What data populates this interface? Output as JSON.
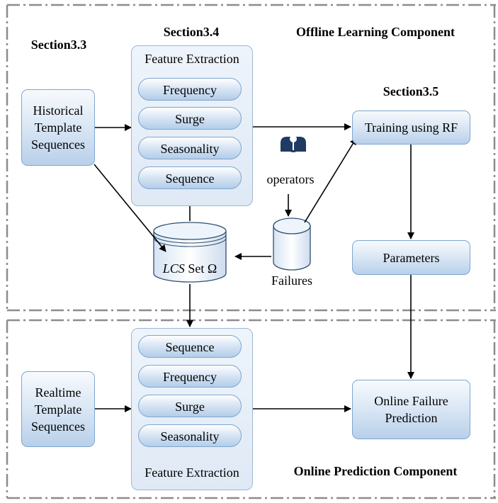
{
  "offline": {
    "title": "Offline Learning Component",
    "section_33": "Section3.3",
    "section_34": "Section3.4",
    "section_35": "Section3.5",
    "historical_box": "Historical Template Sequences",
    "feature_panel_title": "Feature Extraction",
    "features": [
      "Frequency",
      "Surge",
      "Seasonality",
      "Sequence"
    ],
    "training_box": "Training using RF",
    "operators_label": "operators",
    "failures_label": "Failures",
    "lcs_prefix": "LCS",
    "lcs_suffix": " Set Ω",
    "parameters_box": "Parameters"
  },
  "online": {
    "title": "Online Prediction Component",
    "realtime_box": "Realtime Template Sequences",
    "feature_panel_title": "Feature Extraction",
    "features": [
      "Sequence",
      "Frequency",
      "Surge",
      "Seasonality"
    ],
    "prediction_box": "Online Failure Prediction"
  },
  "colors": {
    "box_border": "#7ea6cf",
    "box_fill_light": "#f7fafd",
    "box_fill_dark": "#b8d0ea",
    "frame": "#8c8c8c",
    "arrow": "#000000"
  }
}
